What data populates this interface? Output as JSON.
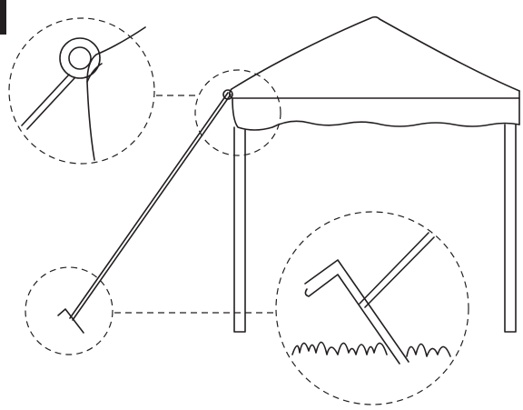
{
  "diagram": {
    "ink_color": "#231f20",
    "background_color": "#ffffff",
    "callouts": [
      {
        "detail": "guy-line-attachment-ring"
      },
      {
        "detail": "anchor-stake"
      },
      {
        "detail": "stake-in-grass"
      }
    ]
  }
}
